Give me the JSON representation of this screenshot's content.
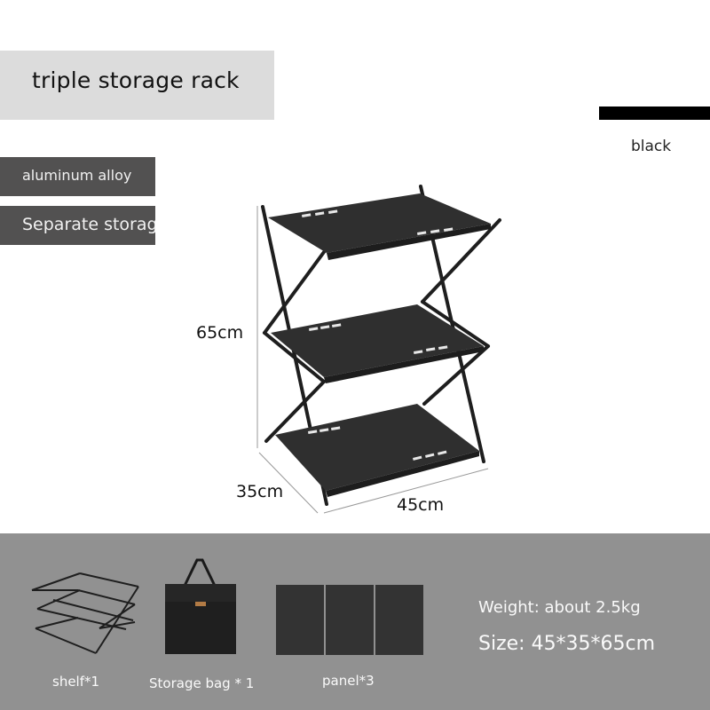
{
  "header": {
    "title": "triple storage rack"
  },
  "tags": [
    {
      "label": "aluminum alloy"
    },
    {
      "label": "Separate storag"
    }
  ],
  "color_option": {
    "swatch_color": "#000000",
    "label": "black"
  },
  "dimensions": {
    "height": "65cm",
    "depth": "35cm",
    "width": "45cm"
  },
  "contents": [
    {
      "label": "shelf*1"
    },
    {
      "label": "Storage bag * 1"
    },
    {
      "label": "panel*3"
    }
  ],
  "specs": {
    "weight": "Weight: about 2.5kg",
    "size": "Size: 45*35*65cm"
  },
  "colors": {
    "title_bg": "#dcdcdc",
    "tag_bg": "#525151",
    "bottom_bg": "#919191",
    "product": "#2e2e2e"
  }
}
